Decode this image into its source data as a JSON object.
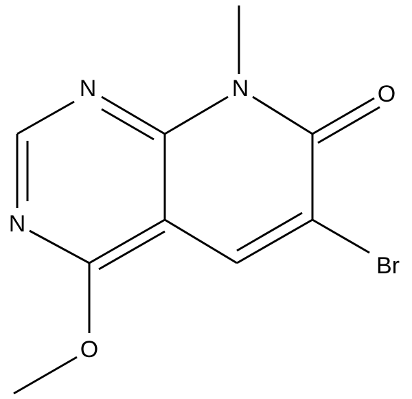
{
  "molecule": {
    "atoms": {
      "n1": "N",
      "n3": "N",
      "n8": "N",
      "o_carbonyl": "O",
      "o_methoxy": "O",
      "br": "Br"
    },
    "colors": {
      "bond": "#000000",
      "label": "#000000",
      "background": "#ffffff"
    }
  }
}
